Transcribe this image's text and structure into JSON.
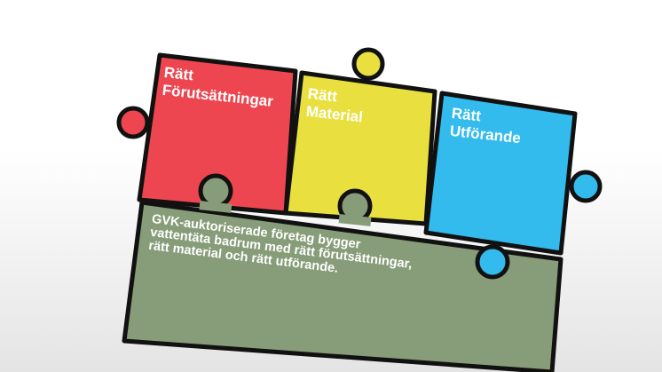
{
  "pieces": [
    {
      "title_line1": "Rätt",
      "title_line2": "Förutsättningar",
      "color": "#ee4650"
    },
    {
      "title_line1": "Rätt",
      "title_line2": "Material",
      "color": "#e9e040"
    },
    {
      "title_line1": "Rätt",
      "title_line2": "Utförande",
      "color": "#33bbee"
    }
  ],
  "base": {
    "text": "GVK-auktoriserade företag bygger vattentäta badrum med rätt förutsättningar, rätt material och rätt utförande.",
    "color": "#879c78"
  }
}
